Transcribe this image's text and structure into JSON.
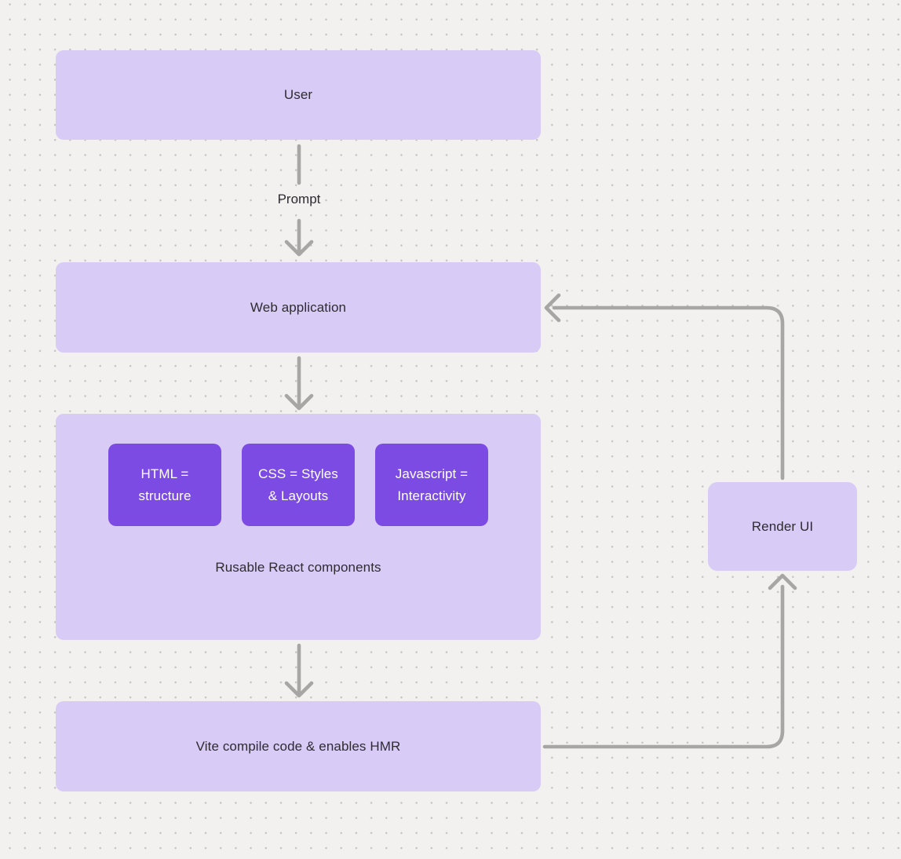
{
  "theme": {
    "bg": "#f2f1ef",
    "dot": "#c6c3c0",
    "node_fill": "#d8cbf6",
    "accent": "#7b4be4",
    "ink": "#2e2c31",
    "ink_on_accent": "#ffffff",
    "arrow": "#a8a6a4"
  },
  "diagram": {
    "nodes": {
      "user": {
        "label": "User"
      },
      "web_application": {
        "label": "Web application"
      },
      "components_group": {
        "label": "Rusable React components",
        "children": {
          "html": {
            "label": "HTML = structure"
          },
          "css": {
            "label": "CSS = Styles & Layouts"
          },
          "javascript": {
            "label": "Javascript = Interactivity"
          }
        }
      },
      "vite": {
        "label": "Vite compile code & enables HMR"
      },
      "render_ui": {
        "label": "Render UI"
      }
    },
    "edges": {
      "user_to_web_application": {
        "label": "Prompt",
        "from": "user",
        "to": "web_application"
      },
      "web_application_to_components": {
        "from": "web_application",
        "to": "components_group"
      },
      "components_to_vite": {
        "from": "components_group",
        "to": "vite"
      },
      "vite_to_render_ui": {
        "from": "vite",
        "to": "render_ui"
      },
      "render_ui_to_web_application": {
        "from": "render_ui",
        "to": "web_application"
      }
    }
  }
}
